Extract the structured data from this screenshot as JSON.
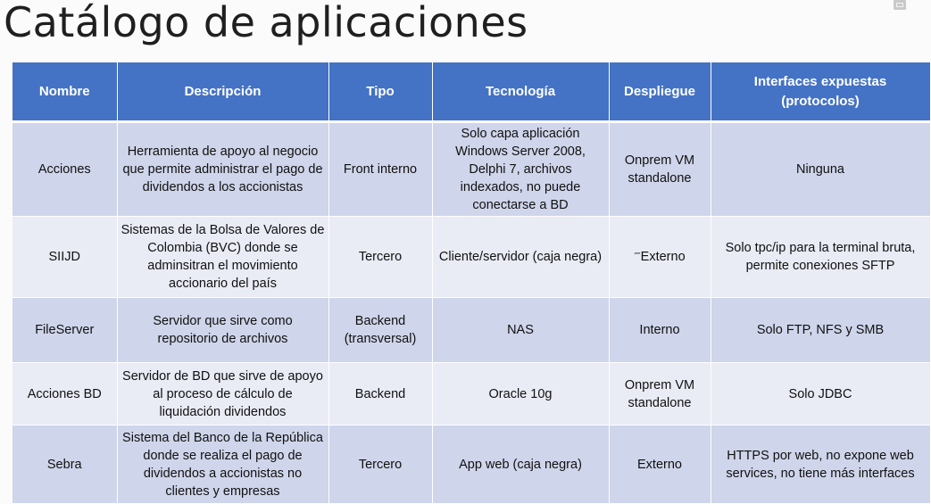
{
  "slide": {
    "title": "Catálogo de aplicaciones"
  },
  "table": {
    "headers": [
      "Nombre",
      "Descripción",
      "Tipo",
      "Tecnología",
      "Despliegue",
      "Interfaces expuestas (protocolos)"
    ],
    "rows": [
      {
        "nombre": "Acciones",
        "descripcion": "Herramienta de apoyo al negocio que permite administrar el pago de dividendos a los accionistas",
        "tipo": "Front interno",
        "tecnologia": "Solo capa aplicación Windows Server 2008, Delphi 7, archivos indexados, no puede conectarse a BD",
        "despliegue": "Onprem VM standalone",
        "interfaces": "Ninguna"
      },
      {
        "nombre": "SIIJD",
        "descripcion": "Sistemas de la Bolsa de Valores de Colombia (BVC) donde se adminsitran el movimiento accionario del país",
        "tipo": "Tercero",
        "tecnologia": "Cliente/servidor (caja negra)",
        "despliegue": "Externo",
        "interfaces": "Solo tpc/ip para la terminal bruta, permite conexiones SFTP"
      },
      {
        "nombre": "FileServer",
        "descripcion": "Servidor que sirve como repositorio de archivos",
        "tipo": "Backend (transversal)",
        "tecnologia": "NAS",
        "despliegue": "Interno",
        "interfaces": "Solo FTP, NFS y SMB"
      },
      {
        "nombre": "Acciones BD",
        "descripcion": "Servidor de BD que sirve de apoyo al proceso de cálculo de liquidación dividendos",
        "tipo": "Backend",
        "tecnologia": "Oracle 10g",
        "despliegue": "Onprem VM standalone",
        "interfaces": "Solo JDBC"
      },
      {
        "nombre": "Sebra",
        "descripcion": "Sistema del Banco de la República donde se realiza el pago de dividendos a accionistas no clientes y empresas",
        "tipo": "Tercero",
        "tecnologia": "App web (caja negra)",
        "despliegue": "Externo",
        "interfaces": "HTTPS por web, no expone web services, no tiene más interfaces"
      }
    ]
  },
  "colors": {
    "header_bg": "#4472c4",
    "row_dark": "#cfd5ea",
    "row_light": "#e9ebf5"
  }
}
